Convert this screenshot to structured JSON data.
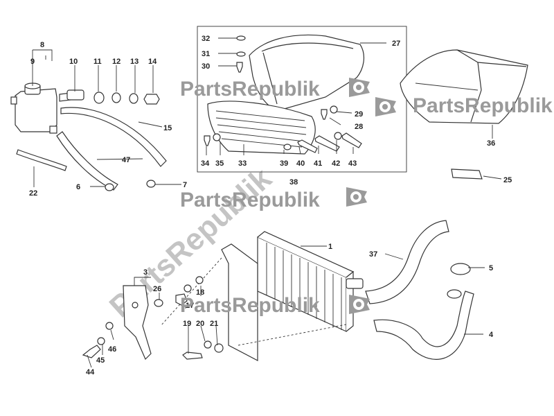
{
  "diagram": {
    "labels": [
      "1",
      "3",
      "4",
      "5",
      "6",
      "7",
      "8",
      "9",
      "10",
      "11",
      "12",
      "13",
      "14",
      "15",
      "17",
      "18",
      "19",
      "20",
      "21",
      "22",
      "25",
      "26",
      "27",
      "28",
      "29",
      "30",
      "31",
      "32",
      "33",
      "34",
      "35",
      "36",
      "37",
      "38",
      "39",
      "40",
      "41",
      "42",
      "43",
      "44",
      "45",
      "46",
      "47"
    ]
  },
  "watermark": {
    "text": "PartsRepublik",
    "diagonal_text": "PartsRepublik",
    "icon": "gear-flag-icon"
  }
}
